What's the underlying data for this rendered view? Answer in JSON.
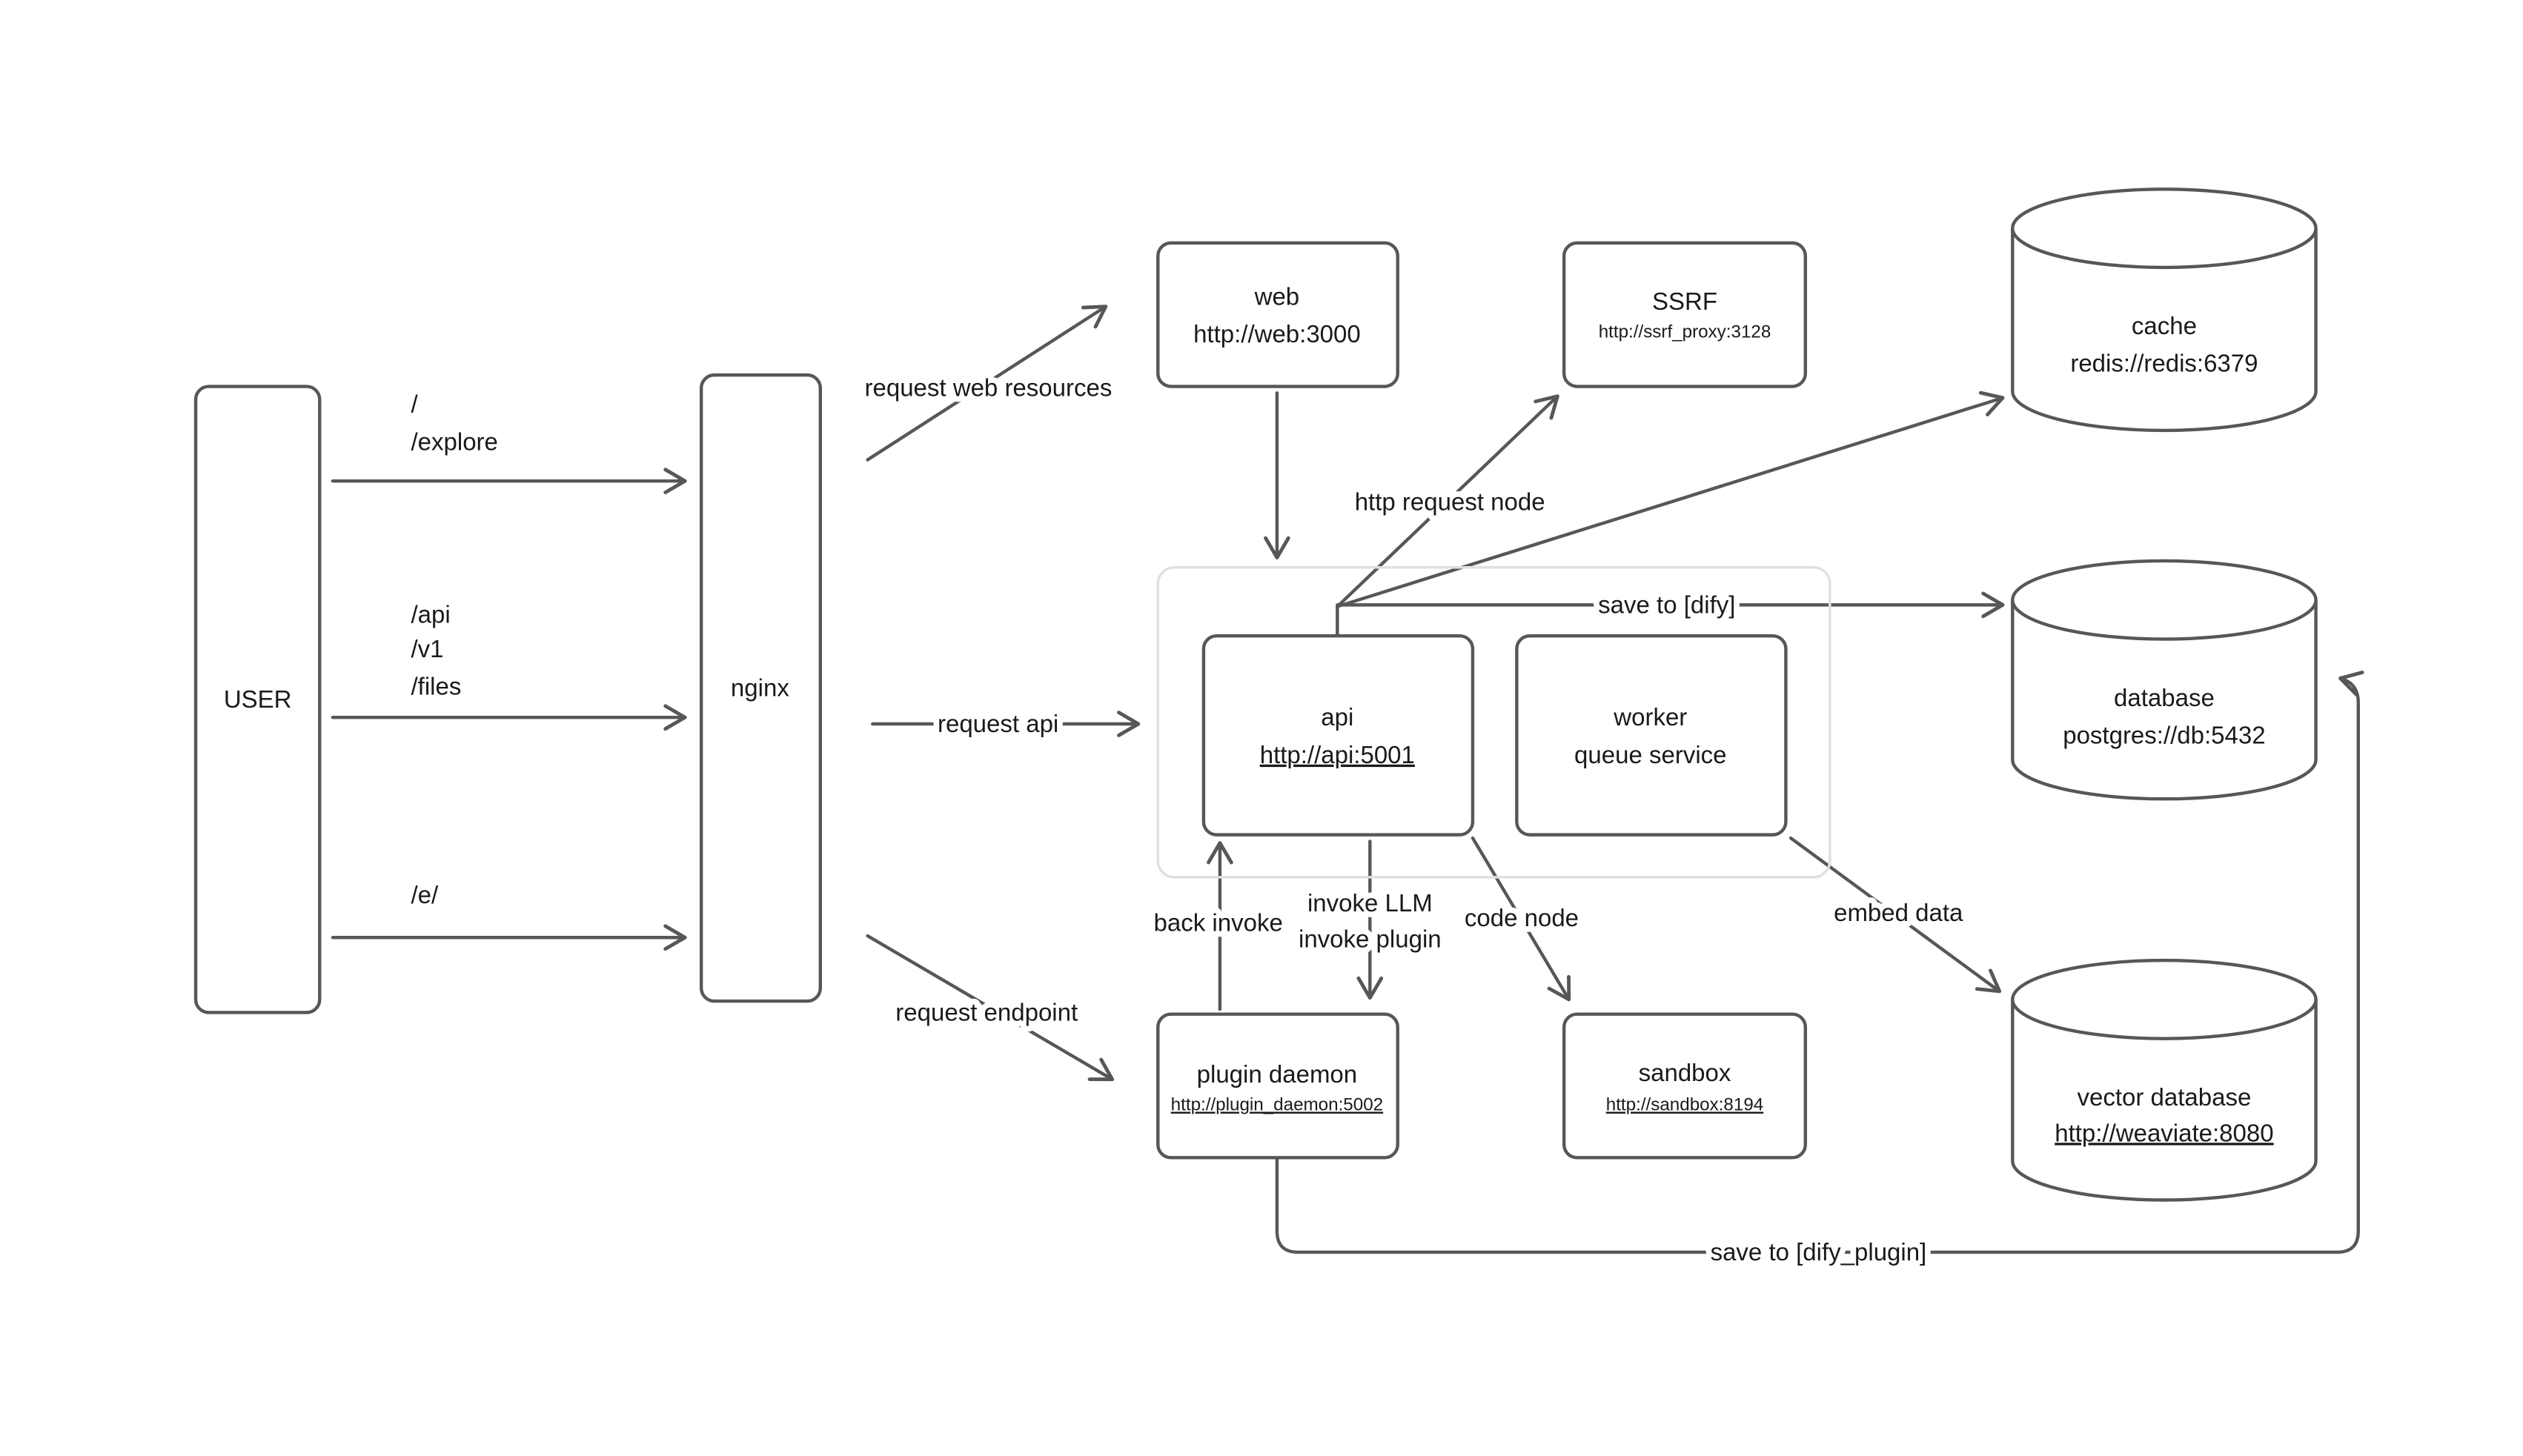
{
  "diagram": {
    "colors": {
      "stroke": "#575757",
      "group_border": "#e0e0e0",
      "text": "#1a1a1a",
      "background": "#ffffff"
    },
    "nodes": {
      "user": {
        "label": "USER"
      },
      "nginx": {
        "label": "nginx"
      },
      "web": {
        "title": "web",
        "url": "http://web:3000"
      },
      "ssrf": {
        "title": "SSRF",
        "url": "http://ssrf_proxy:3128"
      },
      "cache": {
        "title": "cache",
        "url": "redis://redis:6379"
      },
      "api": {
        "title": "api",
        "url": "http://api:5001"
      },
      "worker": {
        "title": "worker",
        "subtitle": "queue service"
      },
      "database": {
        "title": "database",
        "url": "postgres://db:5432"
      },
      "plugin_daemon": {
        "title": "plugin daemon",
        "url": "http://plugin_daemon:5002"
      },
      "sandbox": {
        "title": "sandbox",
        "url": "http://sandbox:8194"
      },
      "vector_database": {
        "title": "vector database",
        "url": "http://weaviate:8080"
      }
    },
    "edges": {
      "user_root": {
        "lines": [
          "/",
          "/explore"
        ]
      },
      "user_api": {
        "lines": [
          "/api",
          "/v1",
          "/files"
        ]
      },
      "user_e": {
        "lines": [
          "/e/"
        ]
      },
      "request_web_resources": "request web resources",
      "request_api": "request api",
      "request_endpoint": "request endpoint",
      "http_request_node": "http request node",
      "save_to_dify": "save to [dify]",
      "back_invoke": "back invoke",
      "invoke_llm": "invoke LLM",
      "invoke_plugin": "invoke plugin",
      "code_node": "code node",
      "embed_data": "embed data",
      "save_to_dify_plugin": "save to [dify_plugin]"
    }
  }
}
